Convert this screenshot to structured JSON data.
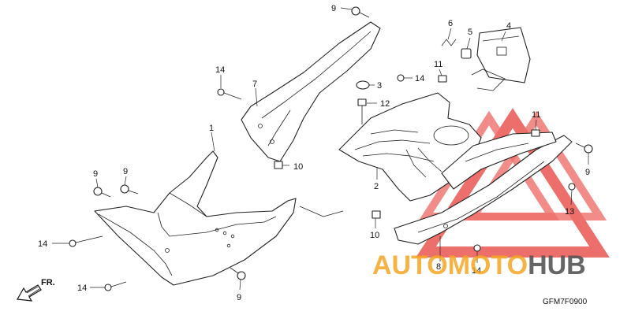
{
  "diagram": {
    "callouts": {
      "c1": "1",
      "c2": "2",
      "c3": "3",
      "c4": "4",
      "c5": "5",
      "c6": "6",
      "c7": "7",
      "c8": "8",
      "c9a": "9",
      "c9b": "9",
      "c9c": "9",
      "c9d": "9",
      "c10a": "10",
      "c10b": "10",
      "c11a": "11",
      "c11b": "11",
      "c12": "12",
      "c13": "13",
      "c14a": "14",
      "c14b": "14",
      "c14c": "14",
      "c14d": "14",
      "c14e": "14"
    },
    "direction_label": "FR.",
    "diagram_code": "GFM7F0900"
  },
  "watermark": {
    "text_part1": "AUTOMOTO",
    "text_part2": "HUB",
    "color_orange": "#f5a623",
    "color_gray": "#555555",
    "color_red": "#e8403a"
  }
}
